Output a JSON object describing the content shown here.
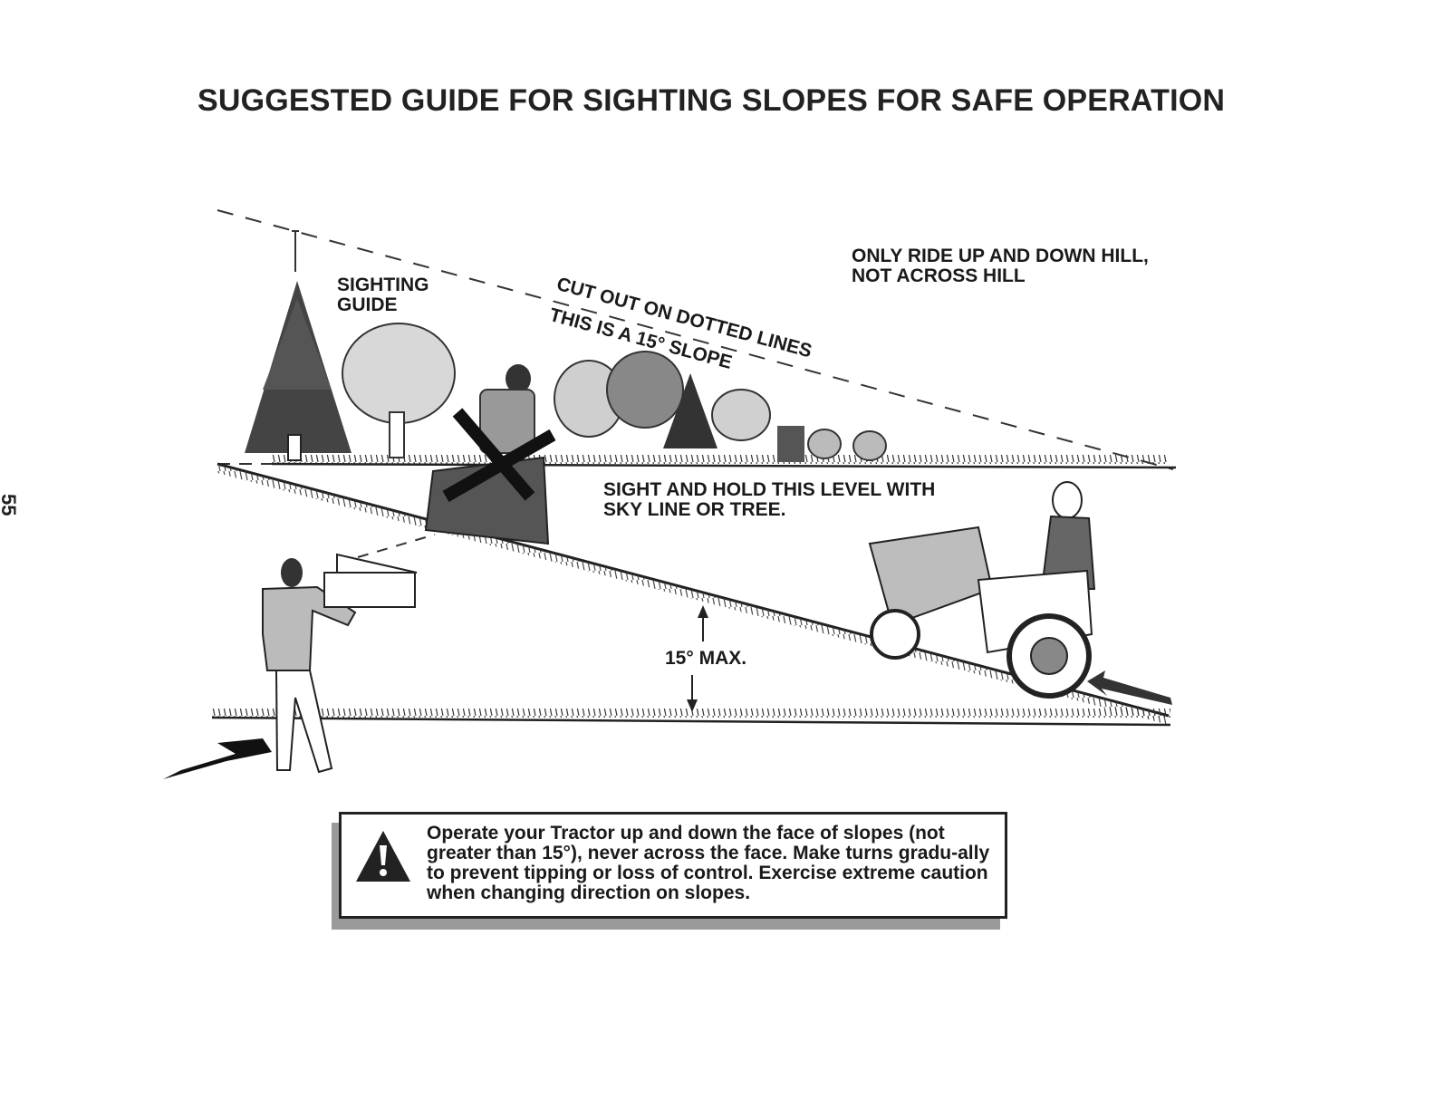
{
  "page": {
    "title": "SUGGESTED GUIDE FOR SIGHTING SLOPES FOR SAFE OPERATION",
    "page_number": "55"
  },
  "diagram": {
    "sighting_guide_line1": "SIGHTING",
    "sighting_guide_line2": "GUIDE",
    "cut_out_text": "CUT OUT ON DOTTED LINES",
    "slope_text": "THIS IS A 15° SLOPE",
    "ride_note_line1": "ONLY RIDE UP AND DOWN HILL,",
    "ride_note_line2": "NOT ACROSS HILL",
    "sight_hold_line1": "SIGHT AND HOLD THIS LEVEL WITH",
    "sight_hold_line2": "SKY LINE OR TREE.",
    "max_angle_label": "15° MAX."
  },
  "warning": {
    "icon": "warning-triangle-icon",
    "text": "Operate your Tractor up and down the face of slopes (not greater than 15°), never across the face. Make turns gradu-ally to prevent tipping or loss of control. Exercise extreme caution when changing direction on slopes."
  }
}
